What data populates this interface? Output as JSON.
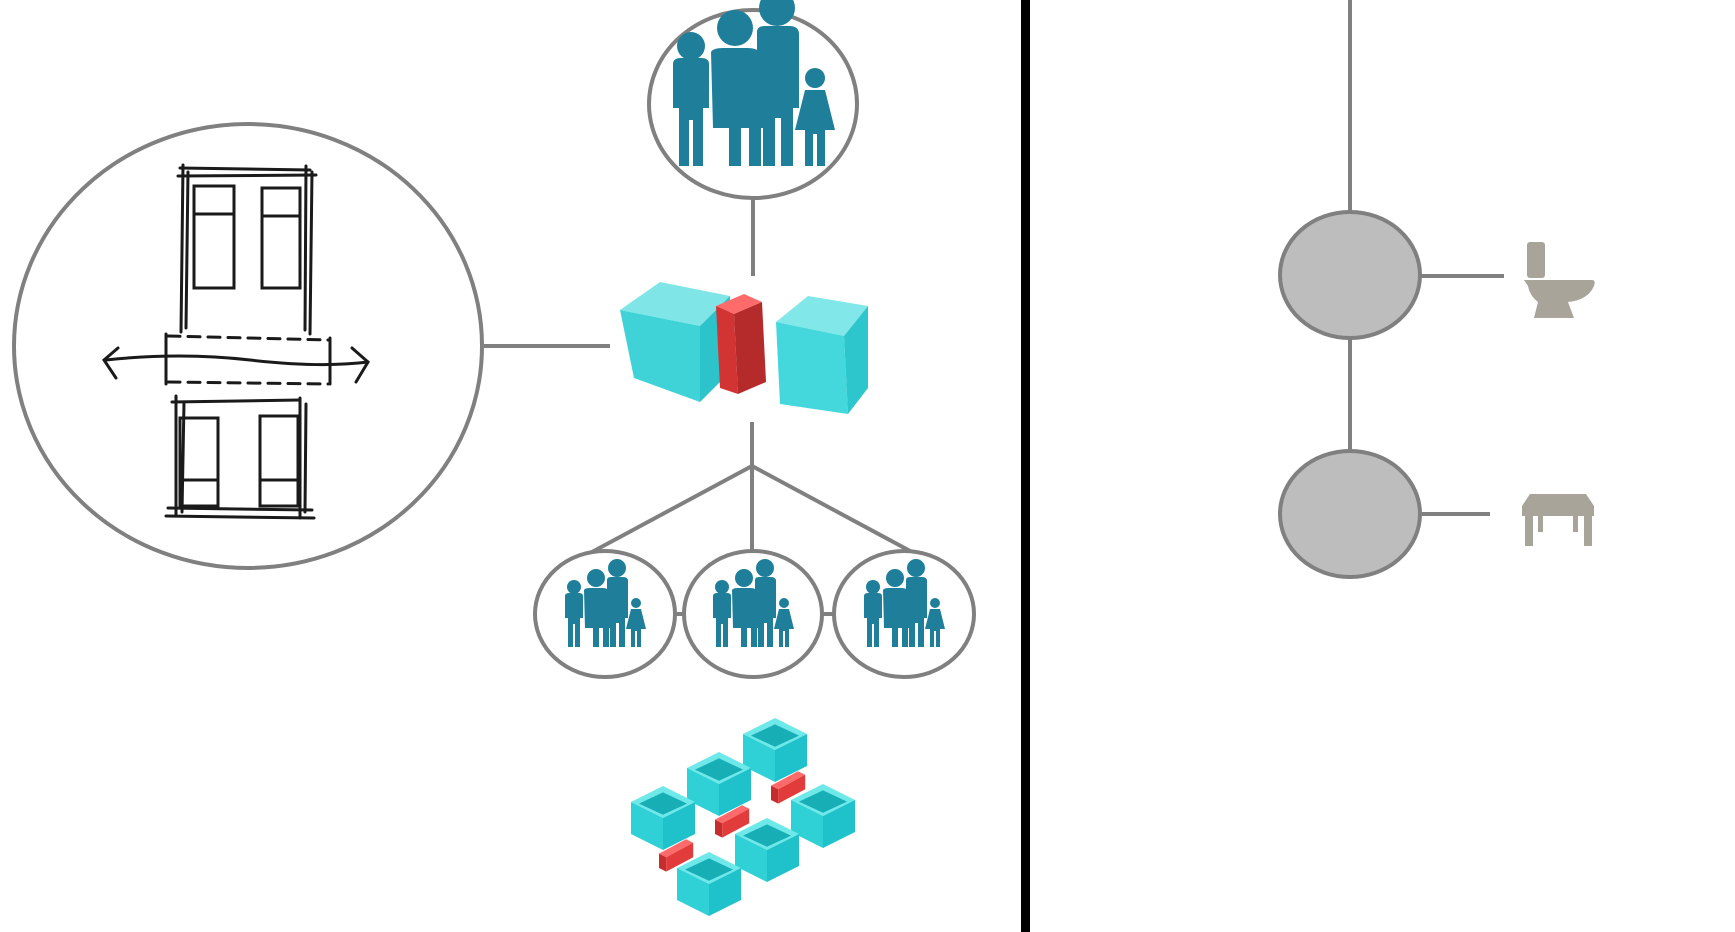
{
  "colors": {
    "background": "#ffffff",
    "outline_gray": "#808080",
    "family_teal": "#1f7f9a",
    "module_cyan": "#3fd6d6",
    "module_cyan_dark": "#26b8bf",
    "connector_red": "#e23b3b",
    "connector_red_dark": "#b52222",
    "node_fill": "#bdbdbd",
    "fixture_gray": "#a8a49a",
    "divider": "#000000",
    "sketch_ink": "#1a1a1a"
  },
  "icons": {
    "family_top": "family-icon",
    "family_small": "family-icon",
    "module_pair": "housing-module-pair-icon",
    "module_grid": "housing-module-grid-icon",
    "building_sketch": "building-section-sketch-icon",
    "toilet": "toilet-icon",
    "table": "table-icon"
  },
  "diagram": {
    "left_panel": "family-housing-modules",
    "right_panel": "shared-facilities-nodes",
    "small_family_count": 3,
    "facility_node_count": 2
  }
}
